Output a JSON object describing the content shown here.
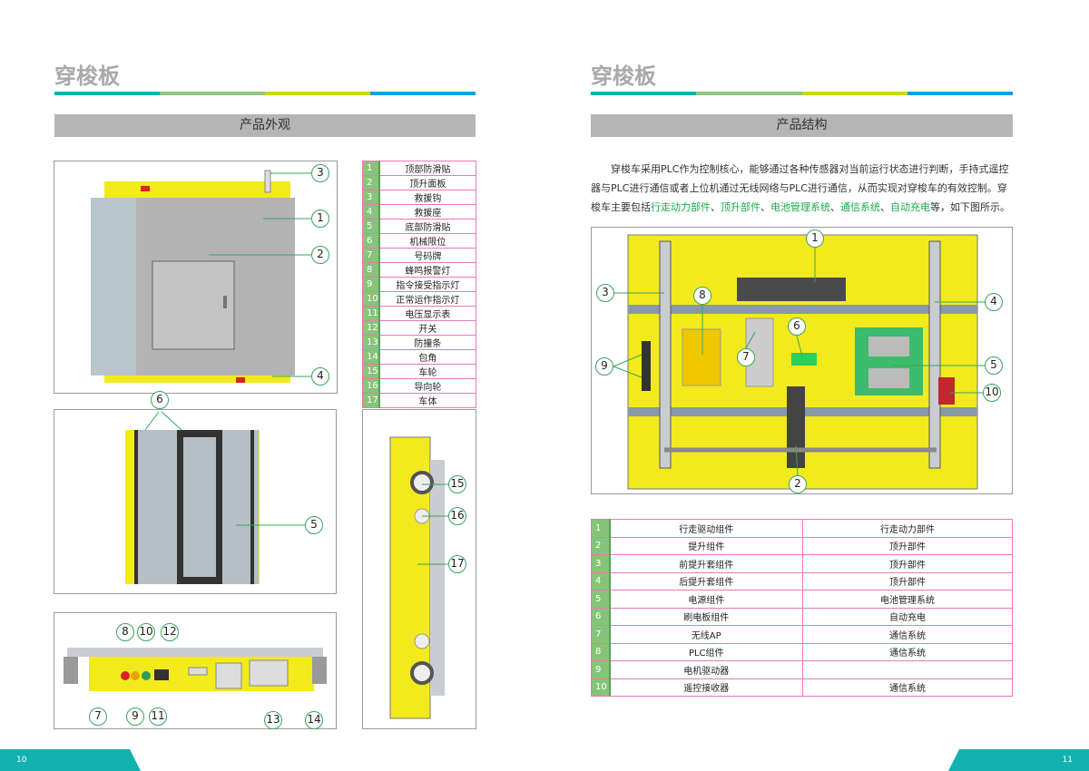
{
  "left_page": {
    "title": "穿梭板",
    "section": "产品外观",
    "page_number": "10",
    "legend": [
      {
        "n": "1",
        "label": "顶部防滑贴"
      },
      {
        "n": "2",
        "label": "顶升面板"
      },
      {
        "n": "3",
        "label": "救援钩"
      },
      {
        "n": "4",
        "label": "救援座"
      },
      {
        "n": "5",
        "label": "底部防滑贴"
      },
      {
        "n": "6",
        "label": "机械限位"
      },
      {
        "n": "7",
        "label": "号码牌"
      },
      {
        "n": "8",
        "label": "蜂鸣报警灯"
      },
      {
        "n": "9",
        "label": "指令接受指示灯"
      },
      {
        "n": "10",
        "label": "正常运作指示灯"
      },
      {
        "n": "11",
        "label": "电压显示表"
      },
      {
        "n": "12",
        "label": "开关"
      },
      {
        "n": "13",
        "label": "防撞条"
      },
      {
        "n": "14",
        "label": "包角"
      },
      {
        "n": "15",
        "label": "车轮"
      },
      {
        "n": "16",
        "label": "导向轮"
      },
      {
        "n": "17",
        "label": "车体"
      }
    ],
    "callouts_top": [
      "3",
      "1",
      "2",
      "4"
    ],
    "callouts_bottom": [
      "6",
      "5"
    ],
    "callouts_side": [
      "15",
      "16",
      "17"
    ],
    "callouts_front": [
      "8",
      "10",
      "12",
      "7",
      "9",
      "11",
      "13",
      "14"
    ]
  },
  "right_page": {
    "title": "穿梭板",
    "section": "产品结构",
    "page_number": "11",
    "intro": {
      "text1": "穿梭车采用PLC作为控制核心，能够通过各种传感器对当前运行状态进行判断，手持式遥控器与PLC进行通信或者上位机通过无线网络与PLC进行通信，从而实现对穿梭车的有效控制。穿梭车主要包括",
      "h1": "行走动力部件",
      "sep1": "、",
      "h2": "顶升部件",
      "sep2": "、",
      "h3": "电池管理系统",
      "sep3": "、",
      "h4": "通信系统",
      "sep4": "、",
      "h5": "自动充电",
      "text2": "等，如下图所示。"
    },
    "callouts": [
      "1",
      "3",
      "8",
      "4",
      "6",
      "7",
      "9",
      "5",
      "10",
      "2"
    ],
    "components": [
      {
        "n": "1",
        "name": "行走驱动组件",
        "group": "行走动力部件"
      },
      {
        "n": "2",
        "name": "提升组件",
        "group": "顶升部件"
      },
      {
        "n": "3",
        "name": "前提升套组件",
        "group": "顶升部件"
      },
      {
        "n": "4",
        "name": "后提升套组件",
        "group": "顶升部件"
      },
      {
        "n": "5",
        "name": "电源组件",
        "group": "电池管理系统"
      },
      {
        "n": "6",
        "name": "刷电板组件",
        "group": "自动充电"
      },
      {
        "n": "7",
        "name": "无线AP",
        "group": "通信系统"
      },
      {
        "n": "8",
        "name": "PLC组件",
        "group": "通信系统"
      },
      {
        "n": "9",
        "name": "电机驱动器",
        "group": ""
      },
      {
        "n": "10",
        "name": "遥控接收器",
        "group": "通信系统"
      }
    ]
  },
  "colors": {
    "teal": "#12b1b0",
    "green": "#8cc97e",
    "lime": "#c8d900",
    "blue": "#0aa0e8",
    "section_bg": "#b5b5b5",
    "table_border": "#e878b8",
    "callout": "#3aa35b",
    "body_yellow": "#f2ea1d"
  }
}
